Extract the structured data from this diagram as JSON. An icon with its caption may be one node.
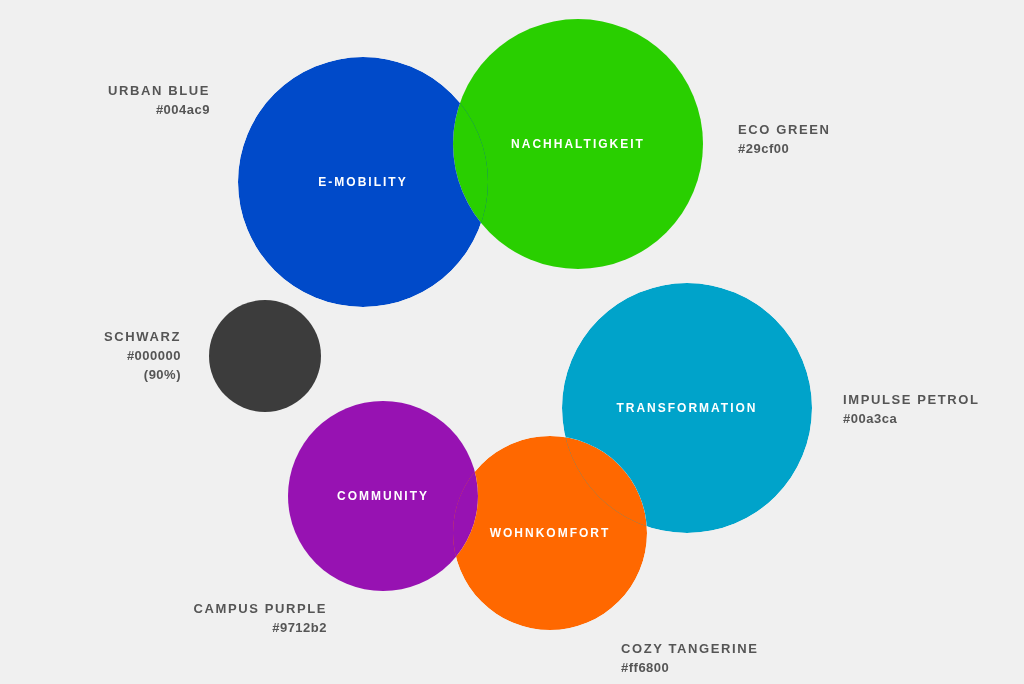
{
  "diagram": {
    "nodes": [
      {
        "text": [
          "E-MOBILITY"
        ],
        "beside": [
          "URBAN BLUE",
          "#004ac9"
        ]
      },
      {
        "text": [
          "NACHHALTIGKEIT"
        ],
        "beside": [
          "ECO GREEN",
          "#29cf00"
        ]
      },
      {
        "text": [],
        "shape": "circle",
        "beside": [
          "SCHWARZ",
          "#000000",
          "(90%)"
        ]
      },
      {
        "text": [
          "TRANSFORMATION"
        ],
        "beside": [
          "IMPULSE PETROL",
          "#00a3ca"
        ]
      },
      {
        "text": [
          "COMMUNITY"
        ],
        "beside": [
          "CAMPUS PURPLE",
          "#9712b2"
        ]
      },
      {
        "text": [
          "WOHNKOMFORT"
        ],
        "beside": [
          "COZY TANGERINE",
          "#ff6800"
        ]
      }
    ]
  }
}
